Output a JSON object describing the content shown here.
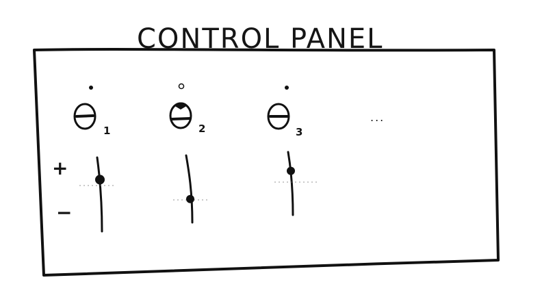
{
  "title": "CONTROL PANEL",
  "levels": {
    "plus": "+",
    "minus": "−"
  },
  "knobs": [
    {
      "index": "1",
      "state": "off"
    },
    {
      "index": "2",
      "state": "on"
    },
    {
      "index": "3",
      "state": "off"
    }
  ],
  "sliders": [
    {
      "level": 0.7
    },
    {
      "level": 0.35
    },
    {
      "level": 0.7
    }
  ],
  "more_indicator": "...",
  "colors": {
    "ink": "#151515",
    "paper": "#ffffff"
  }
}
